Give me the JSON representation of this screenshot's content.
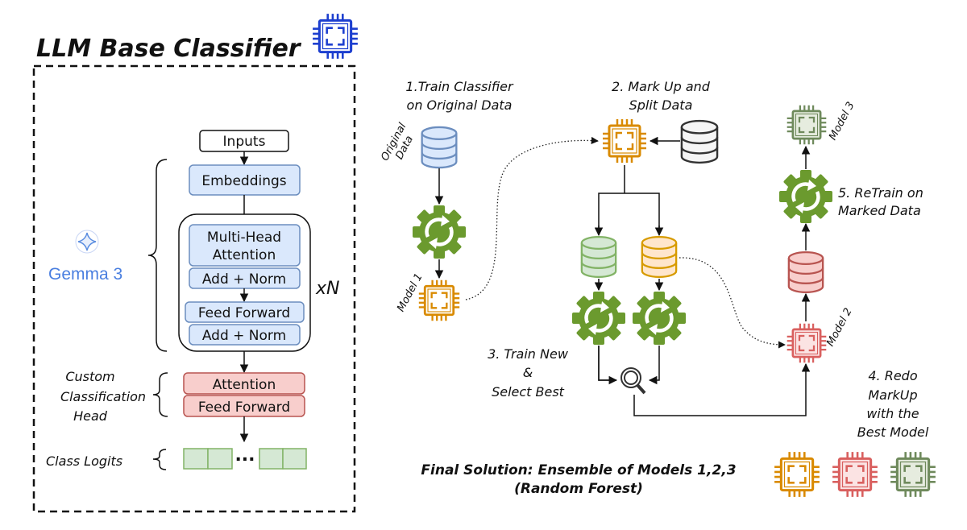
{
  "left_panel": {
    "title": "LLM Base Classifier",
    "inputs": "Inputs",
    "embeddings": "Embeddings",
    "multi_head_attention": [
      "Multi-Head",
      "Attention"
    ],
    "add_norm_1": "Add + Norm",
    "feed_forward": "Feed Forward",
    "add_norm_2": "Add + Norm",
    "repeat": "xN",
    "backbone_label": "Gemma 3",
    "head_label": [
      "Custom",
      "Classification",
      "Head"
    ],
    "head_attention": "Attention",
    "head_feed_forward": "Feed Forward",
    "logits_label": "Class Logits",
    "logits_ellipsis": "..."
  },
  "pipeline": {
    "step1": [
      "1.Train Classifier",
      "on Original Data"
    ],
    "original_data": [
      "Original",
      "Data"
    ],
    "model1": "Model 1",
    "step2": [
      "2. Mark Up and",
      "Split Data"
    ],
    "step3": [
      "3. Train New",
      "&",
      "Select Best"
    ],
    "step4": [
      "4. Redo",
      "MarkUp",
      "with the",
      "Best Model"
    ],
    "model2": "Model 2",
    "step5": [
      "5. ReTrain on",
      "Marked Data"
    ],
    "model3": "Model 3",
    "final": [
      "Final Solution: Ensemble of Models 1,2,3",
      "(Random Forest)"
    ]
  },
  "colors": {
    "title_chip": "#1d3fcf",
    "model1": "#d98a00",
    "model2": "#d9605f",
    "model3": "#6f8a5c",
    "gear": "#6b9a2e",
    "encoder_blocks": "#dae8fc",
    "head_blocks": "#f8cecc",
    "logits": "#d5e8d4"
  }
}
